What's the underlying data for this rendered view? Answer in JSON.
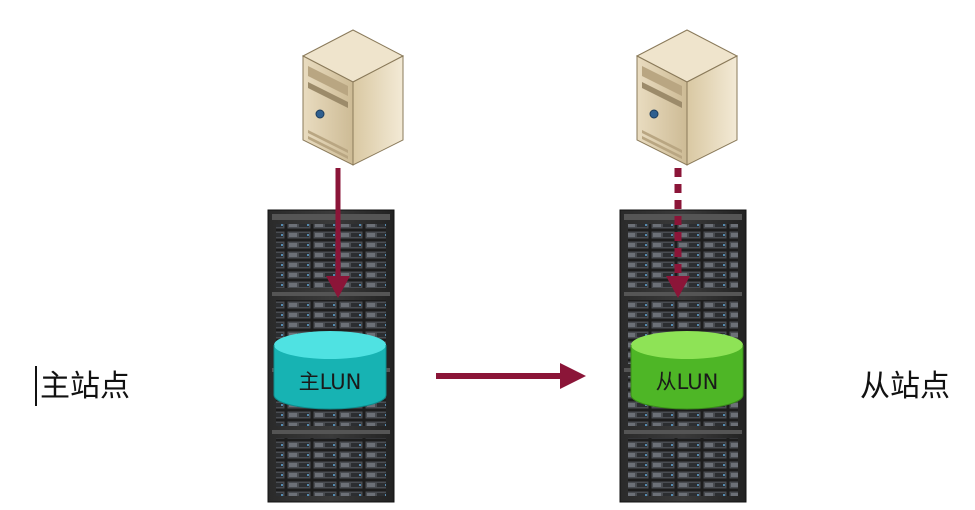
{
  "sites": {
    "primary": {
      "label": "主站点"
    },
    "secondary": {
      "label": "从站点"
    }
  },
  "luns": {
    "primary": {
      "label": "主LUN",
      "color": "#1fc6c6"
    },
    "secondary": {
      "label": "从LUN",
      "color": "#5fc82e"
    }
  },
  "arrows": {
    "color": "#8b1538",
    "host_to_primary": "solid",
    "host_to_secondary": "dotted",
    "replication": "solid"
  },
  "icons": {
    "host": "server-tower-icon",
    "storage": "storage-rack-icon",
    "lun": "disk-cylinder-icon"
  }
}
